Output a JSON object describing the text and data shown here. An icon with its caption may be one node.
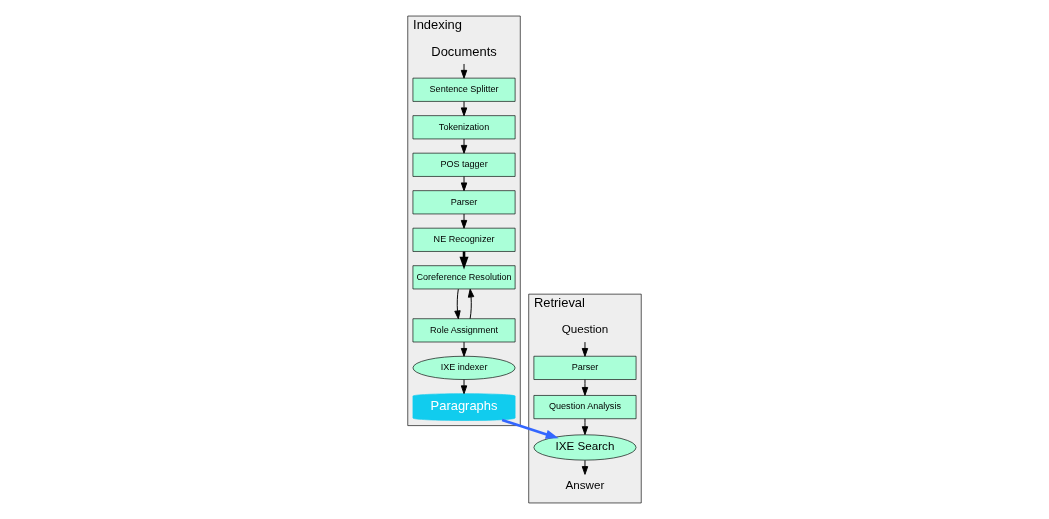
{
  "diagram": {
    "nodes": [
      {
        "text": [
          "Indexing"
        ]
      },
      {
        "text": [
          "Documents"
        ],
        "in": 0
      },
      {
        "text": [
          "Sentence Splitter"
        ],
        "in": 0
      },
      {
        "text": [
          "Tokenization"
        ],
        "in": 0
      },
      {
        "text": [
          "POS tagger"
        ],
        "in": 0
      },
      {
        "text": [
          "Parser"
        ],
        "in": 0
      },
      {
        "text": [
          "NE Recognizer"
        ],
        "in": 0
      },
      {
        "text": [
          "Coreference Resolution"
        ],
        "in": 0
      },
      {
        "text": [
          "Role Assignment"
        ],
        "in": 0
      },
      {
        "text": [
          "IXE indexer"
        ],
        "in": 0
      },
      {
        "text": [
          "Paragraphs"
        ],
        "in": 0
      },
      {
        "text": [
          "Retrieval"
        ]
      },
      {
        "text": [
          "Question"
        ],
        "in": 11
      },
      {
        "text": [
          "Parser"
        ],
        "in": 11
      },
      {
        "text": [
          "Question Analysis"
        ],
        "in": 11
      },
      {
        "text": [
          "IXE Search"
        ],
        "in": 11
      },
      {
        "text": [
          "Answer"
        ],
        "in": 11
      }
    ],
    "edges": [
      {
        "from": 1,
        "to": 2,
        "arrow": "to"
      },
      {
        "from": 2,
        "to": 3,
        "arrow": "to"
      },
      {
        "from": 3,
        "to": 4,
        "arrow": "to"
      },
      {
        "from": 4,
        "to": 5,
        "arrow": "to"
      },
      {
        "from": 5,
        "to": 6,
        "arrow": "to"
      },
      {
        "from": 6,
        "to": 7,
        "arrow": "to",
        "style": "thick"
      },
      {
        "from": 7,
        "to": 8,
        "arrow": "to"
      },
      {
        "from": 8,
        "to": 7,
        "arrow": "to"
      },
      {
        "from": 8,
        "to": 9,
        "arrow": "to"
      },
      {
        "from": 9,
        "to": 10,
        "arrow": "to"
      },
      {
        "from": 10,
        "to": 15,
        "arrow": "to",
        "style": "thick",
        "color": "#3366ff"
      },
      {
        "from": 12,
        "to": 13,
        "arrow": "to"
      },
      {
        "from": 13,
        "to": 14,
        "arrow": "to"
      },
      {
        "from": 14,
        "to": 15,
        "arrow": "to"
      },
      {
        "from": 15,
        "to": 16,
        "arrow": "to"
      }
    ]
  }
}
